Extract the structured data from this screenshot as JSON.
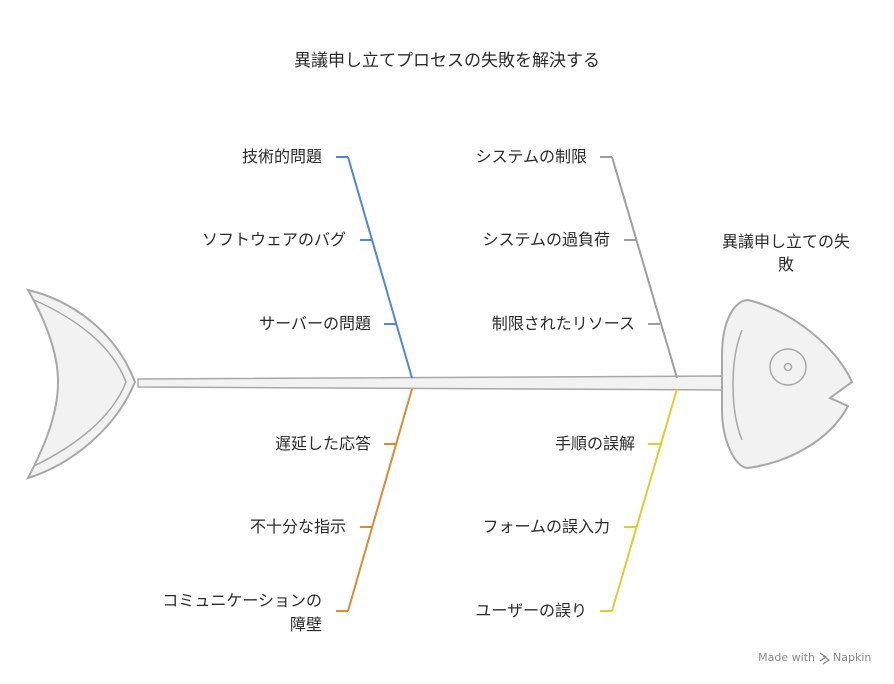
{
  "title": "異議申し立てプロセスの失敗を解決する",
  "effect": {
    "line1": "異議申し立ての失",
    "line2": "敗"
  },
  "categories": [
    {
      "name": "technical",
      "color": "#4a86e8",
      "causes": [
        "技術的問題",
        "ソフトウェアのバグ",
        "サーバーの問題"
      ]
    },
    {
      "name": "system",
      "color": "#9e9e9e",
      "causes": [
        "システムの制限",
        "システムの過負荷",
        "制限されたリソース"
      ]
    },
    {
      "name": "communication",
      "color": "#e08a2e",
      "causes": [
        "遅延した応答",
        "不十分な指示"
      ],
      "multiline_cause": {
        "line1": "コミュニケーションの",
        "line2": "障壁"
      }
    },
    {
      "name": "user-error",
      "color": "#e3cc2a",
      "causes": [
        "手順の誤解",
        "フォームの誤入力",
        "ユーザーの誤り"
      ]
    }
  ],
  "footer": {
    "made_with": "Made with",
    "brand": "Napkin"
  }
}
